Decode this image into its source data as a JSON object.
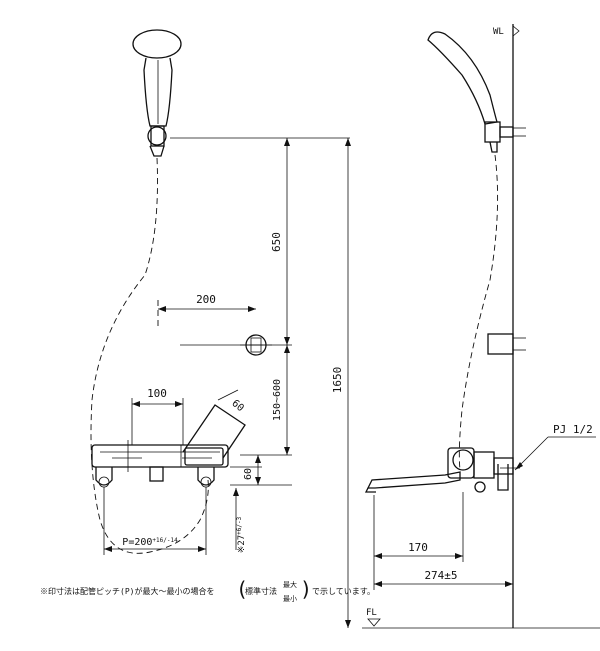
{
  "labels": {
    "wl": "WL",
    "fl": "FL",
    "dim_650": "650",
    "dim_200": "200",
    "dim_150_600": "150~600",
    "dim_1650": "1650",
    "dim_100": "100",
    "dim_60_angle": "60",
    "dim_60": "60",
    "dim_27": "27",
    "dim_27_tol": "+6/-3",
    "dim_p": "P=200",
    "dim_p_tol": "+16/-14",
    "dim_170": "170",
    "dim_274": "274±5",
    "pj": "PJ 1/2"
  },
  "note": {
    "before": "※印寸法は配管ピッチ(P)が最大～最小の場合を",
    "inner": "標準寸法",
    "max": "最大",
    "min": "最小",
    "after": "で示しています。"
  }
}
